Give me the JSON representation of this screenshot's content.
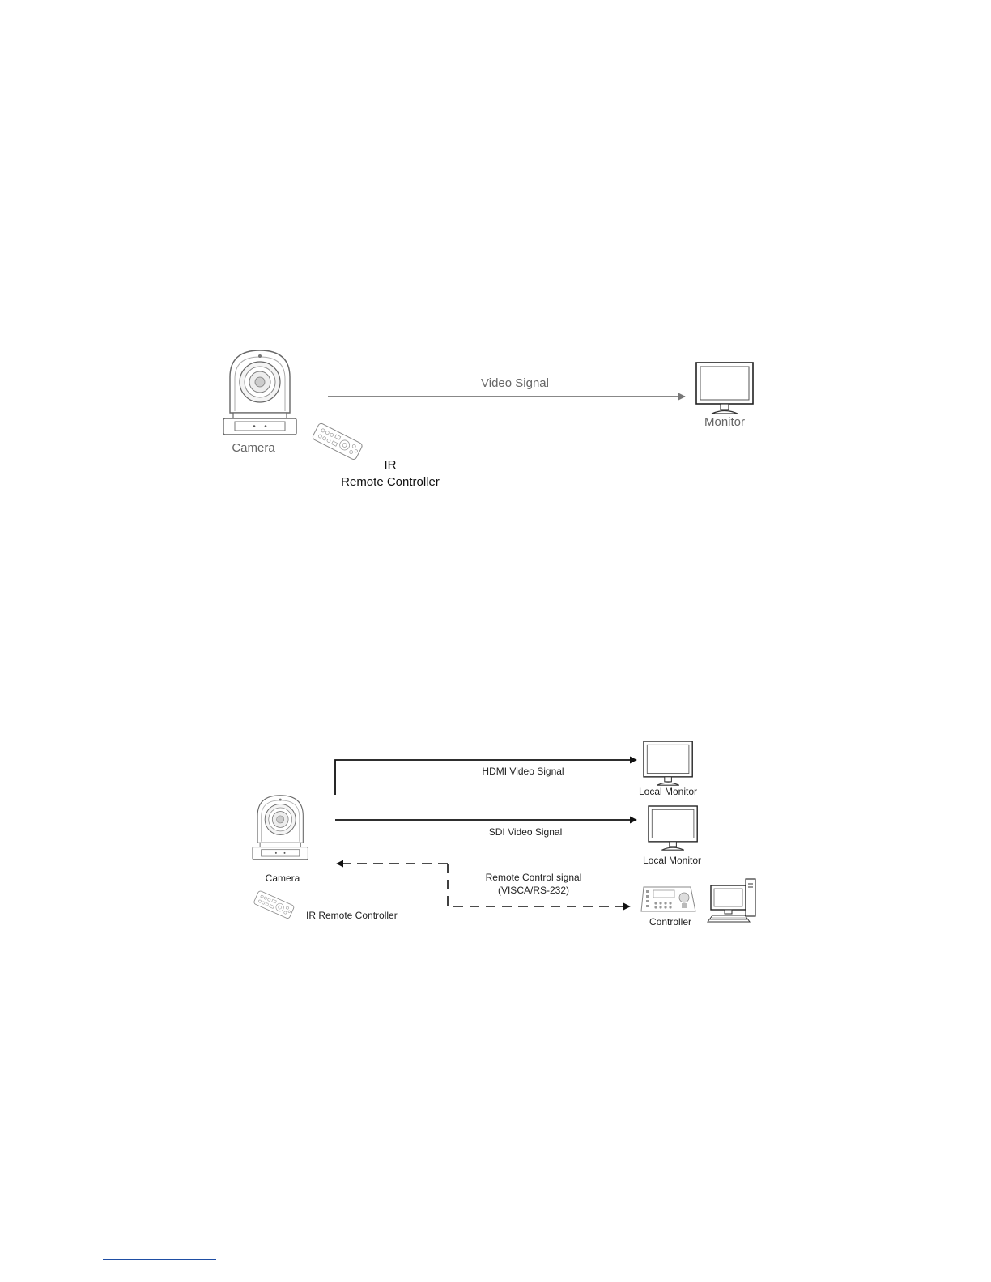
{
  "diagram1": {
    "camera_label": "Camera",
    "monitor_label": "Monitor",
    "signal_label": "Video Signal",
    "ir_line1": "IR",
    "ir_line2": "Remote Controller"
  },
  "diagram2": {
    "hdmi_label": "HDMI Video Signal",
    "sdi_label": "SDI Video Signal",
    "local_monitor_1": "Local Monitor",
    "local_monitor_2": "Local Monitor",
    "camera_label": "Camera",
    "remote_line1": "Remote Control signal",
    "remote_line2": "(VISCA/RS-232)",
    "ir_label": "IR Remote Controller",
    "controller_label": "Controller"
  },
  "icons": [
    "camera-icon",
    "monitor-icon",
    "ir-remote-icon",
    "controller-keyboard-icon",
    "computer-icon"
  ],
  "colors": {
    "diagram1_stroke": "#777777",
    "diagram2_stroke": "#111111",
    "footnote_rule": "#1f4ea3"
  }
}
